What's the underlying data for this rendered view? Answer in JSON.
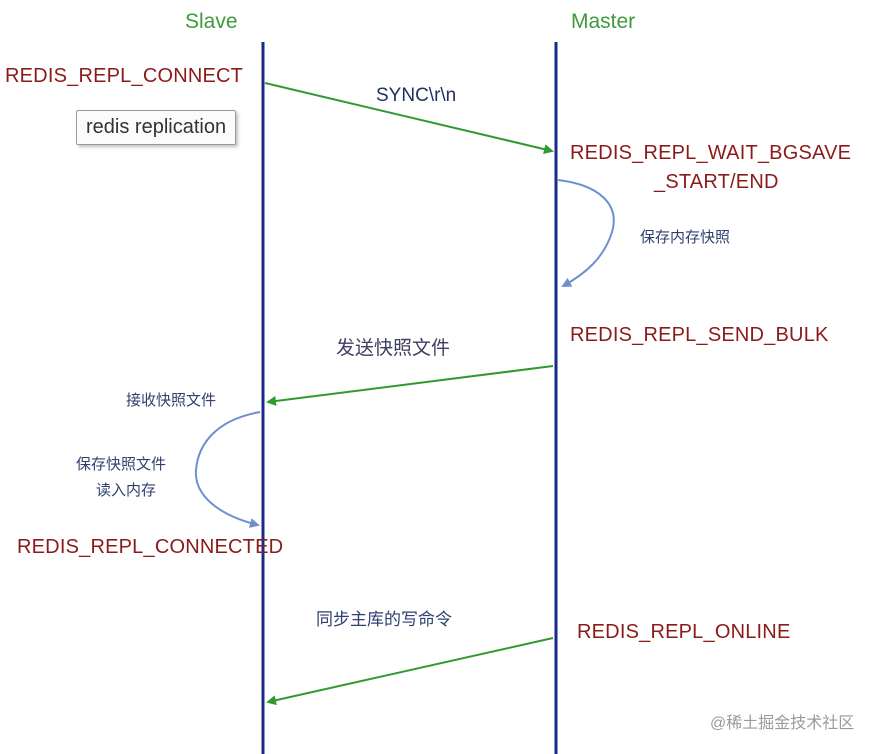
{
  "lanes": {
    "slave": "Slave",
    "master": "Master"
  },
  "tooltip": "redis replication",
  "states": {
    "slave_connect": "REDIS_REPL_CONNECT",
    "master_wait_line1": "REDIS_REPL_WAIT_BGSAVE",
    "master_wait_line2": "_START/END",
    "master_send_bulk": "REDIS_REPL_SEND_BULK",
    "slave_connected": "REDIS_REPL_CONNECTED",
    "master_online": "REDIS_REPL_ONLINE"
  },
  "messages": {
    "sync": "SYNC\\r\\n",
    "send_snapshot": "发送快照文件",
    "sync_writes": "同步主库的写命令"
  },
  "notes": {
    "save_snapshot": "保存内存快照",
    "receive_snapshot": "接收快照文件",
    "save_load_line1": "保存快照文件",
    "save_load_line2": "读入内存"
  },
  "watermark": "@稀土掘金技术社区",
  "colors": {
    "lifeline": "#1a2a8a",
    "message_arrow": "#2f9a2f",
    "self_arrow": "#6f8fcf",
    "state_text": "#8b1a1a",
    "lane_title": "#3f9a3f"
  }
}
